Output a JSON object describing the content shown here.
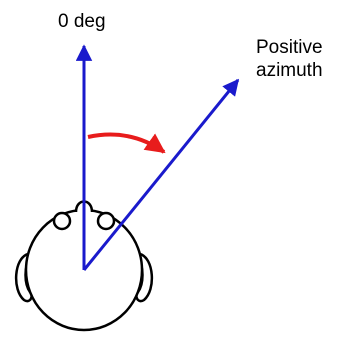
{
  "diagram": {
    "zero_label": "0 deg",
    "positive_label_line1": "Positive",
    "positive_label_line2": "azimuth"
  },
  "colors": {
    "arrow": "#1a1acc",
    "rotation_arrow": "#e81c1c",
    "outline": "#000000",
    "background": "#ffffff"
  }
}
